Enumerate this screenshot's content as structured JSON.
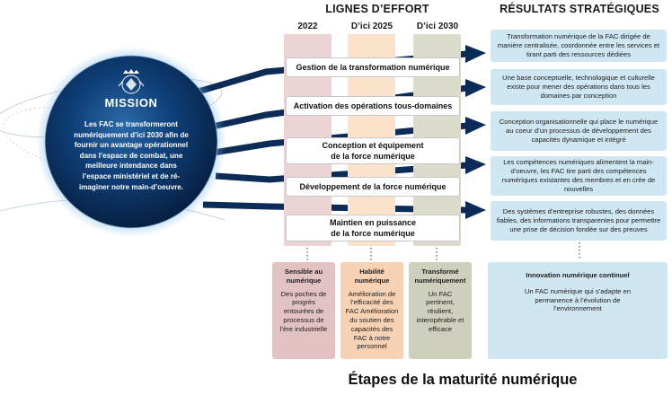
{
  "headers": {
    "lines_of_effort": "LIGNES D’EFFORT",
    "strategic_results": "RÉSULTATS STRATÉGIQUES"
  },
  "eras": [
    {
      "label": "2022",
      "color": "#ecd3d4"
    },
    {
      "label": "D’ici 2025",
      "color": "#fbe2cb"
    },
    {
      "label": "D’ici 2030",
      "color": "#dddccc"
    }
  ],
  "mission": {
    "title": "MISSION",
    "text": "Les FAC se transformeront numériquement d’ici 2030 afin de fournir un avantage opérationnel dans l’espace de combat, une meilleure intendance dans l’espace ministériel et de ré-imaginer notre main-d’oeuvre."
  },
  "efforts": [
    "Gestion de la transformation numérique",
    "Activation des opérations tous-domaines",
    "Conception et équipement\nde la force numérique",
    "Développement de la force numérique",
    "Maintien en puissance\nde la force numérique"
  ],
  "results": [
    "Transformation numérique de la FAC dirigée de manière centralisée, coordonnée entre les services et tirant parti des ressources dédiées",
    "Une base conceptuelle, technologique et culturelle existe pour mener des opérations dans tous les domaines par conception",
    "Conception organisationnelle qui place le numérique au coeur d’un processus de développement des capacités dynamique et intégré",
    "Les compétences numériques alimentent la main-d’oeuvre, les FAC tire parti des compétences numériques existantes des membres et en crée de nouvelles",
    "Des systèmes d’entreprise robustes, des données fiables, des informations transparentes pour permettre une prise de décision fondée sur des preuves"
  ],
  "stages": [
    {
      "title": "Sensible au numérique",
      "body": "Des poches de progrès entourées de processus de l’ère industrielle",
      "color": "#e2c2c3"
    },
    {
      "title": "Habilité numérique",
      "body": "Amélioration de l’efficacité des FAC Amélioration du soutien des capacités des FAC à notre personnel",
      "color": "#f8d2b4"
    },
    {
      "title": "Transformé numériquement",
      "body": "Un FAC pertinent, résilient, interopérable et efficace",
      "color": "#cfcfbd"
    },
    {
      "title": "Innovation numérique continuel",
      "body": "Un FAC numérique qui s’adapte en permanence à l’évolution de l’environnement",
      "color": "#cfe6f3"
    }
  ],
  "footer": "Étapes de la maturité numérique",
  "colors": {
    "arrow": "#0c2b56",
    "mission_globe": "#0d3b73",
    "result_fill": "#cfe6f3"
  }
}
